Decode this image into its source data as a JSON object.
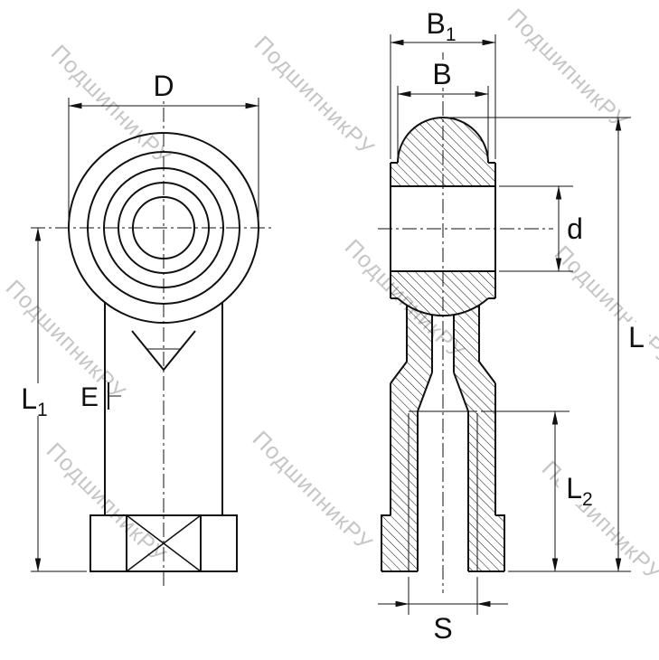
{
  "colors": {
    "line": "#111111",
    "watermark": "#c6c6c6",
    "background": "#ffffff"
  },
  "watermark": {
    "text": "ПодшипникРУ"
  },
  "front_view": {
    "grease_mark_label": "E"
  },
  "dimensions": {
    "outer_diameter": {
      "label": "D"
    },
    "length_to_center": {
      "base": "L",
      "sub": "1"
    },
    "head_width_outer": {
      "base": "B",
      "sub": "1"
    },
    "ball_width": {
      "label": "B"
    },
    "bore_diameter": {
      "label": "d"
    },
    "total_length": {
      "label": "L"
    },
    "thread_length": {
      "base": "L",
      "sub": "2"
    },
    "thread_size": {
      "label": "S"
    }
  }
}
